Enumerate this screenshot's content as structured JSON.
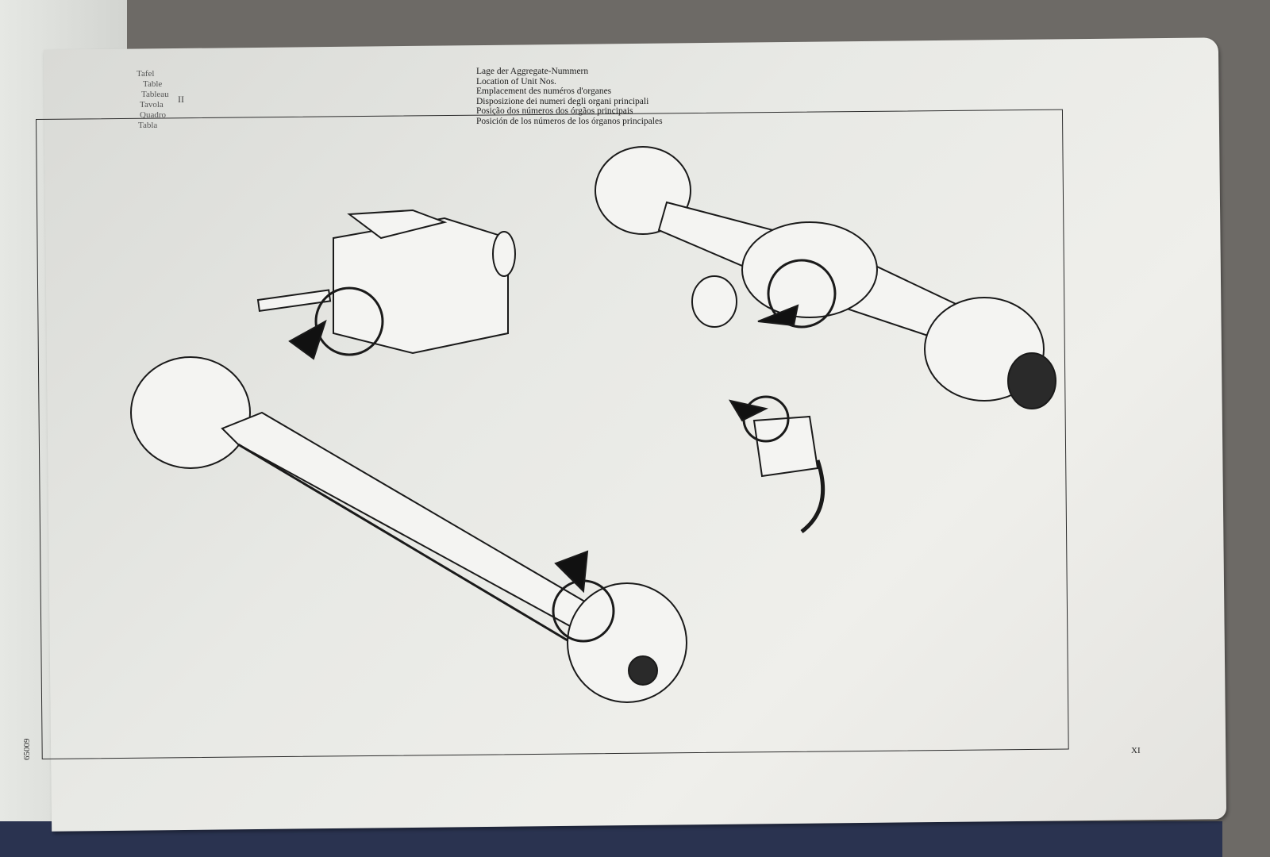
{
  "header": {
    "table_labels": [
      "Tafel",
      "Table",
      "Tableau",
      "Tavola",
      "Quadro",
      "Tabla"
    ],
    "table_number": "II",
    "titles": [
      "Lage der Aggregate-Nummern",
      "Location of Unit Nos.",
      "Emplacement des numéros d'organes",
      "Disposizione dei numeri degli organi principali",
      "Posição dos números dos órgãos principais",
      "Posición de los números de los órganos principales"
    ]
  },
  "footer": {
    "page_number": "XI",
    "document_number": "65009"
  },
  "colors": {
    "ink": "#1a1a1a",
    "paper": "#e8e9e5",
    "cover": "#2a3350"
  }
}
